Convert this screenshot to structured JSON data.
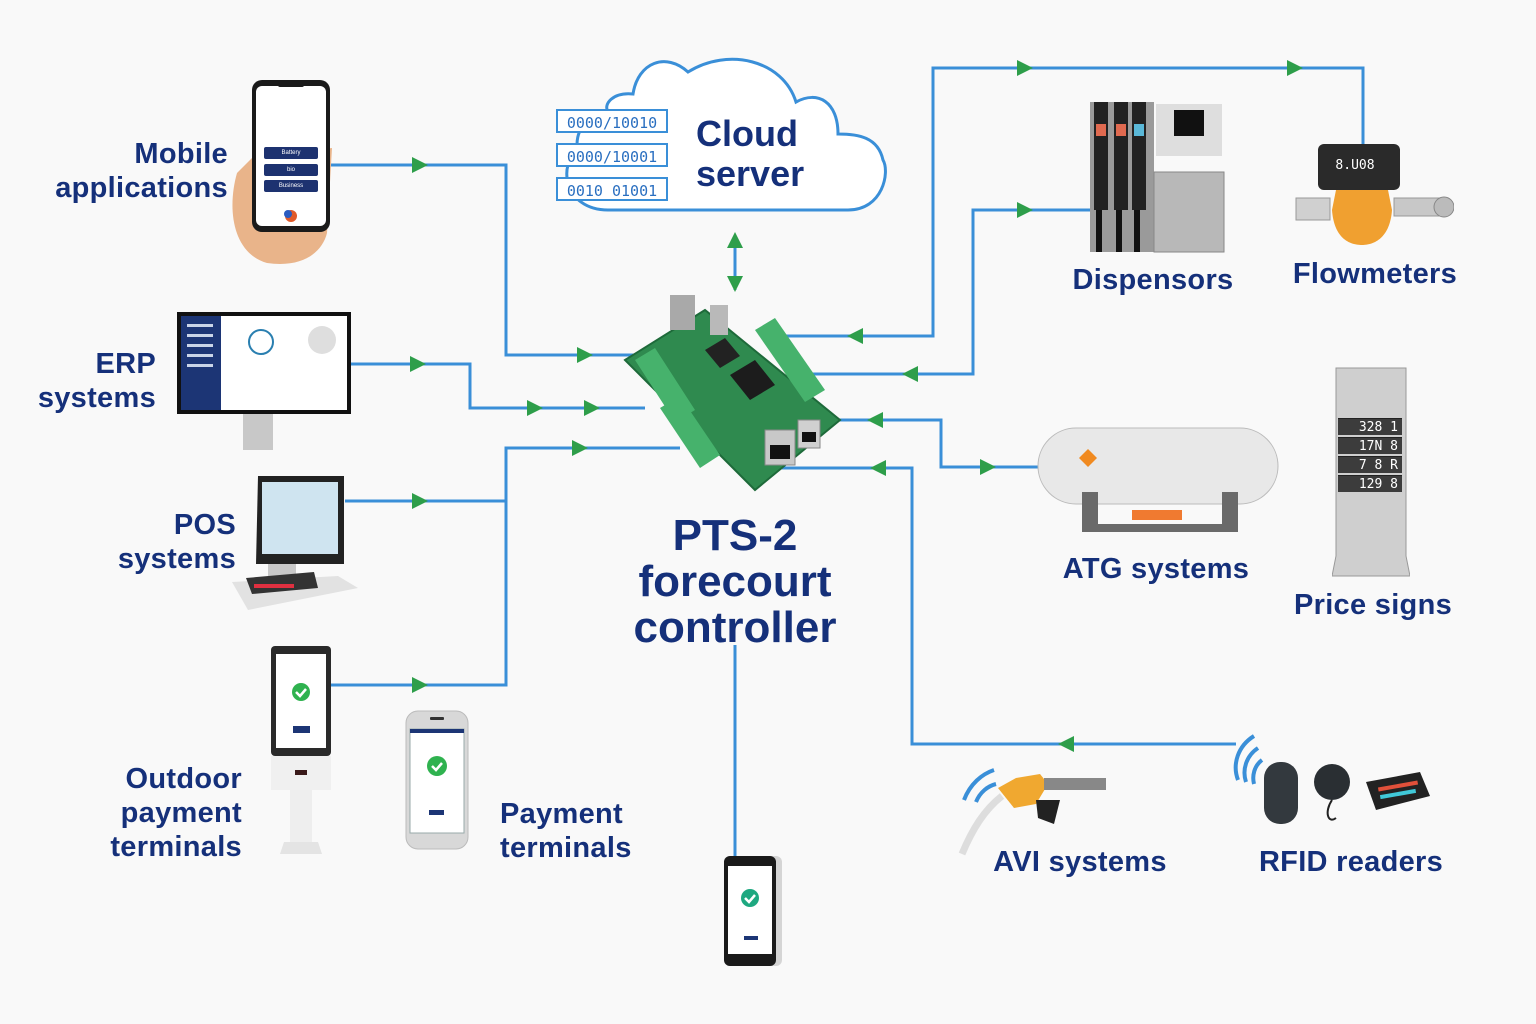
{
  "diagram": {
    "title": {
      "line1": "PTS-2",
      "line2": "forecourt",
      "line3": "controller"
    },
    "cloud": {
      "label_line1": "Cloud",
      "label_line2": "server",
      "binary_rows": [
        "0000/10010",
        "0000/10001",
        "0010 01001"
      ]
    },
    "nodes": {
      "mobile": {
        "line1": "Mobile",
        "line2": "applications",
        "buttons": [
          "Battery",
          "bio",
          "Business"
        ]
      },
      "erp": {
        "line1": "ERP",
        "line2": "systems"
      },
      "pos": {
        "line1": "POS",
        "line2": "systems"
      },
      "outdoor": {
        "line1": "Outdoor",
        "line2": "payment",
        "line3": "terminals"
      },
      "payment": {
        "line1": "Payment",
        "line2": "terminals"
      },
      "dispensers": {
        "label": "Dispensors"
      },
      "flowmeters": {
        "label": "Flowmeters",
        "display": "8.U08"
      },
      "atg": {
        "label": "ATG systems"
      },
      "price_signs": {
        "label": "Price signs",
        "rows": [
          "328 1",
          "17N 8",
          "7 8 R",
          "129 8"
        ]
      },
      "avi": {
        "label": "AVI systems"
      },
      "rfid": {
        "label": "RFID readers"
      }
    },
    "colors": {
      "text": "#15307a",
      "wire": "#3a8fd8",
      "arrow": "#2e9e4a",
      "board": "#2f8a4f"
    },
    "edges": [
      {
        "from": "mobile",
        "to": "controller",
        "direction": "in"
      },
      {
        "from": "erp",
        "to": "controller",
        "direction": "in"
      },
      {
        "from": "pos",
        "to": "controller",
        "direction": "in"
      },
      {
        "from": "outdoor-payment-terminals",
        "to": "controller",
        "direction": "in"
      },
      {
        "from": "cloud",
        "to": "controller",
        "direction": "bidirectional"
      },
      {
        "from": "controller",
        "to": "flowmeters",
        "direction": "bidirectional"
      },
      {
        "from": "dispensers",
        "to": "controller",
        "direction": "bidirectional"
      },
      {
        "from": "controller",
        "to": "atg",
        "direction": "bidirectional"
      },
      {
        "from": "rfid",
        "to": "controller",
        "direction": "in"
      },
      {
        "from": "payment-terminal",
        "to": "controller",
        "direction": "none"
      }
    ]
  }
}
